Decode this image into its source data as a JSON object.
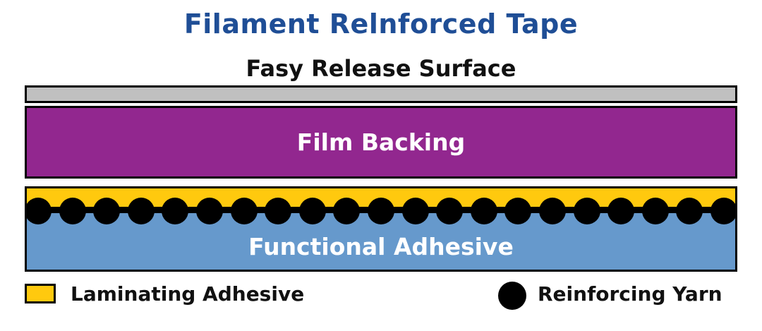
{
  "title": "Filament Relnforced Tape",
  "subtitle": "Fasy Release Surface",
  "layers": {
    "film_backing": "Film Backing",
    "functional_adhesive": "Functional Adhesive"
  },
  "legend": {
    "laminating": "Laminating Adhesive",
    "yarn": "Reinforcing Yarn"
  },
  "colors": {
    "title": "#1f4e96",
    "release": "#c0c0c0",
    "backing": "#92278f",
    "laminating": "#ffc90e",
    "functional": "#6699cc",
    "yarn": "#000000"
  },
  "yarn_count": 21
}
